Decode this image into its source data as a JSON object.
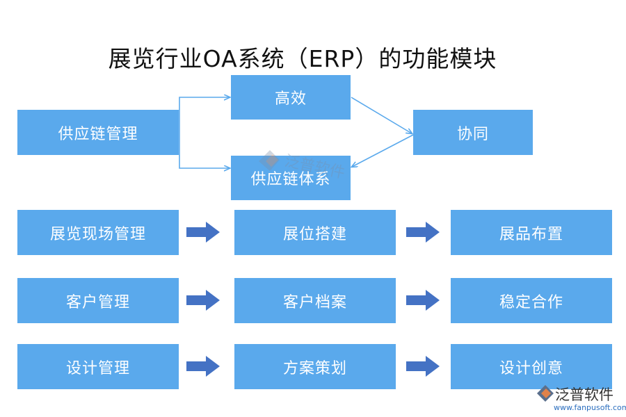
{
  "title": "展览行业OA系统（ERP）的功能模块",
  "colors": {
    "box": "#5aa9ec",
    "arrow": "#4472c4",
    "connector": "#5aa9ec"
  },
  "top_section": {
    "source": "供应链管理",
    "branch_top": "高效",
    "branch_bottom": "供应链体系",
    "merge": "协同"
  },
  "rows": [
    {
      "items": [
        "展览现场管理",
        "展位搭建",
        "展品布置"
      ]
    },
    {
      "items": [
        "客户管理",
        "客户档案",
        "稳定合作"
      ]
    },
    {
      "items": [
        "设计管理",
        "方案策划",
        "设计创意"
      ]
    }
  ],
  "watermark": {
    "text": "泛普软件"
  },
  "logo": {
    "name": "泛普软件",
    "url": "www.fanpusoft.com",
    "icon": "fanpu-logo-icon"
  }
}
